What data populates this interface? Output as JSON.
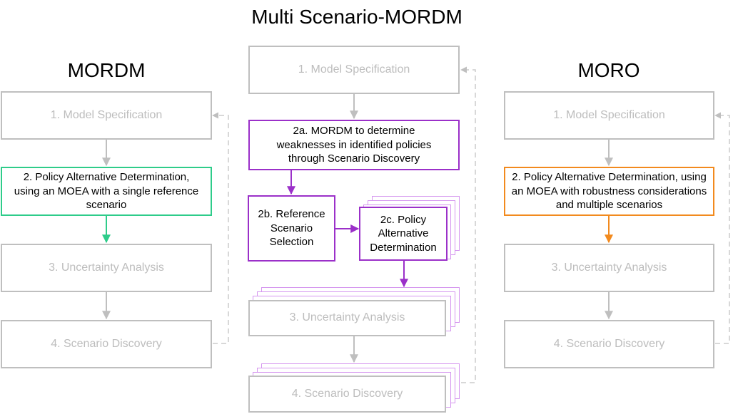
{
  "titles": {
    "center": "Multi Scenario-MORDM",
    "left": "MORDM",
    "right": "MORO"
  },
  "mordm": {
    "step1": "1. Model Specification",
    "step2": "2. Policy Alternative Determination, using an MOEA with a single reference scenario",
    "step3": "3. Uncertainty Analysis",
    "step4": "4. Scenario Discovery"
  },
  "ms_mordm": {
    "step1": "1. Model Specification",
    "step2a": "2a. MORDM to determine weaknesses in identified policies through Scenario Discovery",
    "step2b": "2b. Reference Scenario Selection",
    "step2c": "2c. Policy Alternative Determination",
    "step3": "3. Uncertainty Analysis",
    "step4": "4. Scenario Discovery"
  },
  "moro": {
    "step1": "1. Model Specification",
    "step2": "2. Policy Alternative Determination, using an MOEA with robustness considerations and multiple scenarios",
    "step3": "3. Uncertainty Analysis",
    "step4": "4. Scenario Discovery"
  },
  "colors": {
    "gray": "#bfbfbf",
    "green": "#2ecc8a",
    "purple": "#9b30c9",
    "light_purple": "#d596ef",
    "orange": "#f28a1e"
  }
}
